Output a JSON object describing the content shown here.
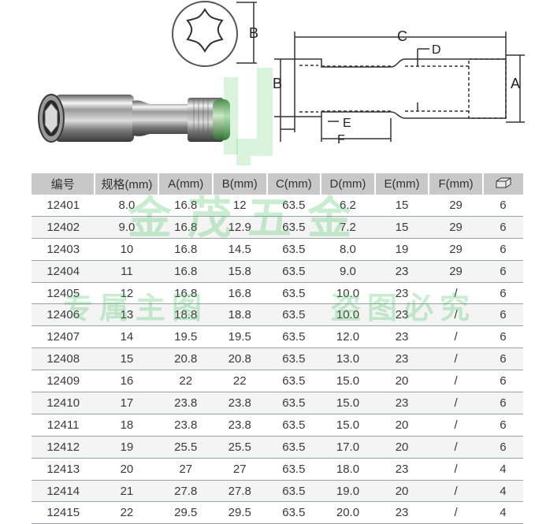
{
  "diagram": {
    "label_a": "A",
    "label_b_hex": "B",
    "label_b_side": "B",
    "label_c": "C",
    "label_d": "D",
    "label_e": "E",
    "label_f": "F"
  },
  "watermark": {
    "line1": "金茂五金",
    "line2": "专属主图",
    "line3": "盗图必究"
  },
  "table": {
    "headers": [
      "编号",
      "规格(mm)",
      "A(mm)",
      "B(mm)",
      "C(mm)",
      "D(mm)",
      "E(mm)",
      "F(mm)"
    ],
    "last_header_icon": "box-icon",
    "rows": [
      [
        "12401",
        "8.0",
        "16.8",
        "12",
        "63.5",
        "6.2",
        "15",
        "29",
        "6"
      ],
      [
        "12402",
        "9.0",
        "16.8",
        "12.9",
        "63.5",
        "7.2",
        "15",
        "29",
        "6"
      ],
      [
        "12403",
        "10",
        "16.8",
        "14.5",
        "63.5",
        "8.0",
        "19",
        "29",
        "6"
      ],
      [
        "12404",
        "11",
        "16.8",
        "15.8",
        "63.5",
        "9.0",
        "23",
        "29",
        "6"
      ],
      [
        "12405",
        "12",
        "16.8",
        "16.8",
        "63.5",
        "10.0",
        "23",
        "/",
        "6"
      ],
      [
        "12406",
        "13",
        "18.8",
        "18.8",
        "63.5",
        "10.0",
        "23",
        "/",
        "6"
      ],
      [
        "12407",
        "14",
        "19.5",
        "19.5",
        "63.5",
        "12.0",
        "23",
        "/",
        "6"
      ],
      [
        "12408",
        "15",
        "20.8",
        "20.8",
        "63.5",
        "13.0",
        "23",
        "/",
        "6"
      ],
      [
        "12409",
        "16",
        "22",
        "22",
        "63.5",
        "15.0",
        "20",
        "/",
        "6"
      ],
      [
        "12410",
        "17",
        "23.8",
        "23.8",
        "63.5",
        "15.0",
        "23",
        "/",
        "6"
      ],
      [
        "12411",
        "18",
        "23.8",
        "23.8",
        "63.5",
        "15.0",
        "20",
        "/",
        "6"
      ],
      [
        "12412",
        "19",
        "25.5",
        "25.5",
        "63.5",
        "17.0",
        "20",
        "/",
        "6"
      ],
      [
        "12413",
        "20",
        "27",
        "27",
        "63.5",
        "18.0",
        "23",
        "/",
        "4"
      ],
      [
        "12414",
        "21",
        "27.8",
        "27.8",
        "63.5",
        "19.0",
        "20",
        "/",
        "4"
      ],
      [
        "12415",
        "22",
        "29.5",
        "29.5",
        "63.5",
        "20.0",
        "23",
        "/",
        "4"
      ]
    ]
  }
}
